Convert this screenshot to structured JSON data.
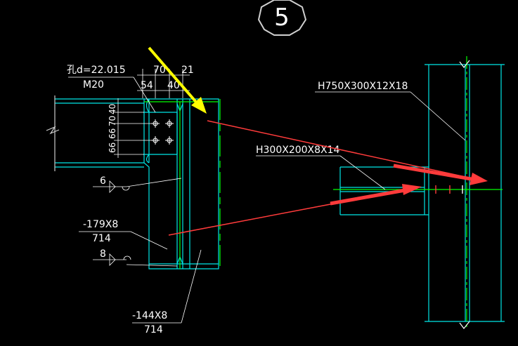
{
  "detail_number": "5",
  "bolt_hole": {
    "diameter_label": "孔d=22.015",
    "bolt_spec": "M20"
  },
  "top_dims": {
    "d1": "70",
    "d2": "21",
    "d3": "54",
    "d4": "40"
  },
  "side_dims": {
    "d1": "40",
    "d2": "70",
    "d3": "66",
    "d4": "66"
  },
  "weld_marks": {
    "upper": "6",
    "lower": "8"
  },
  "plate_1": {
    "size": "-179X8",
    "length": "714"
  },
  "plate_2": {
    "size": "-144X8",
    "length": "714"
  },
  "member_labels": {
    "column": "H750X300X12X18",
    "beam": "H300X200X8X14"
  },
  "colors": {
    "line": "#00e5e5",
    "green": "#00ff00",
    "text": "#ffffff",
    "arrow_red": "#ff3b3b",
    "arrow_yellow": "#ffff00",
    "background": "#000000"
  }
}
